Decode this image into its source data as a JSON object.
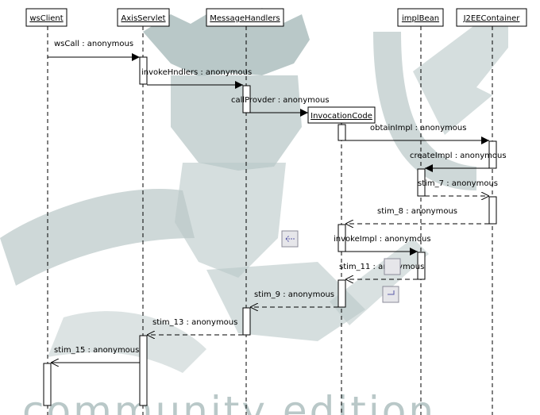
{
  "diagram": {
    "watermark_text": "community edition",
    "participants": [
      {
        "id": "wsClient",
        "label": "wsClient"
      },
      {
        "id": "AxisServlet",
        "label": "AxisServlet"
      },
      {
        "id": "MessageHandlers",
        "label": "MessageHandlers"
      },
      {
        "id": "InvocationCode",
        "label": "InvocationCode"
      },
      {
        "id": "implBean",
        "label": "implBean"
      },
      {
        "id": "J2EEContainer",
        "label": "J2EEContainer"
      }
    ],
    "messages": [
      {
        "label": "wsCall : anonymous",
        "from": "wsClient",
        "to": "AxisServlet",
        "kind": "call"
      },
      {
        "label": "invokeHndlers : anonymous",
        "from": "AxisServlet",
        "to": "MessageHandlers",
        "kind": "call"
      },
      {
        "label": "callProvder : anonymous",
        "from": "MessageHandlers",
        "to": "InvocationCode",
        "kind": "create"
      },
      {
        "label": "obtainImpl : anonymous",
        "from": "InvocationCode",
        "to": "J2EEContainer",
        "kind": "call"
      },
      {
        "label": "createImpl : anonymous",
        "from": "J2EEContainer",
        "to": "implBean",
        "kind": "call"
      },
      {
        "label": "stim_7 : anonymous",
        "from": "implBean",
        "to": "J2EEContainer",
        "kind": "return"
      },
      {
        "label": "stim_8 : anonymous",
        "from": "J2EEContainer",
        "to": "InvocationCode",
        "kind": "return"
      },
      {
        "label": "invokeImpl : anonymous",
        "from": "InvocationCode",
        "to": "implBean",
        "kind": "call"
      },
      {
        "label": "stim_11 : anonymous",
        "from": "implBean",
        "to": "InvocationCode",
        "kind": "return"
      },
      {
        "label": "stim_9 : anonymous",
        "from": "InvocationCode",
        "to": "MessageHandlers",
        "kind": "return"
      },
      {
        "label": "stim_13 : anonymous",
        "from": "MessageHandlers",
        "to": "AxisServlet",
        "kind": "return"
      },
      {
        "label": "stim_15 : anonymous",
        "from": "AxisServlet",
        "to": "wsClient",
        "kind": "return"
      }
    ],
    "colors": {
      "line": "#000000",
      "watermark": "#b9c8c8",
      "tool_icon": "#5a5aa8"
    },
    "tool_icons": [
      "back-arrow-icon",
      "square-icon",
      "corner-arrow-icon"
    ]
  }
}
